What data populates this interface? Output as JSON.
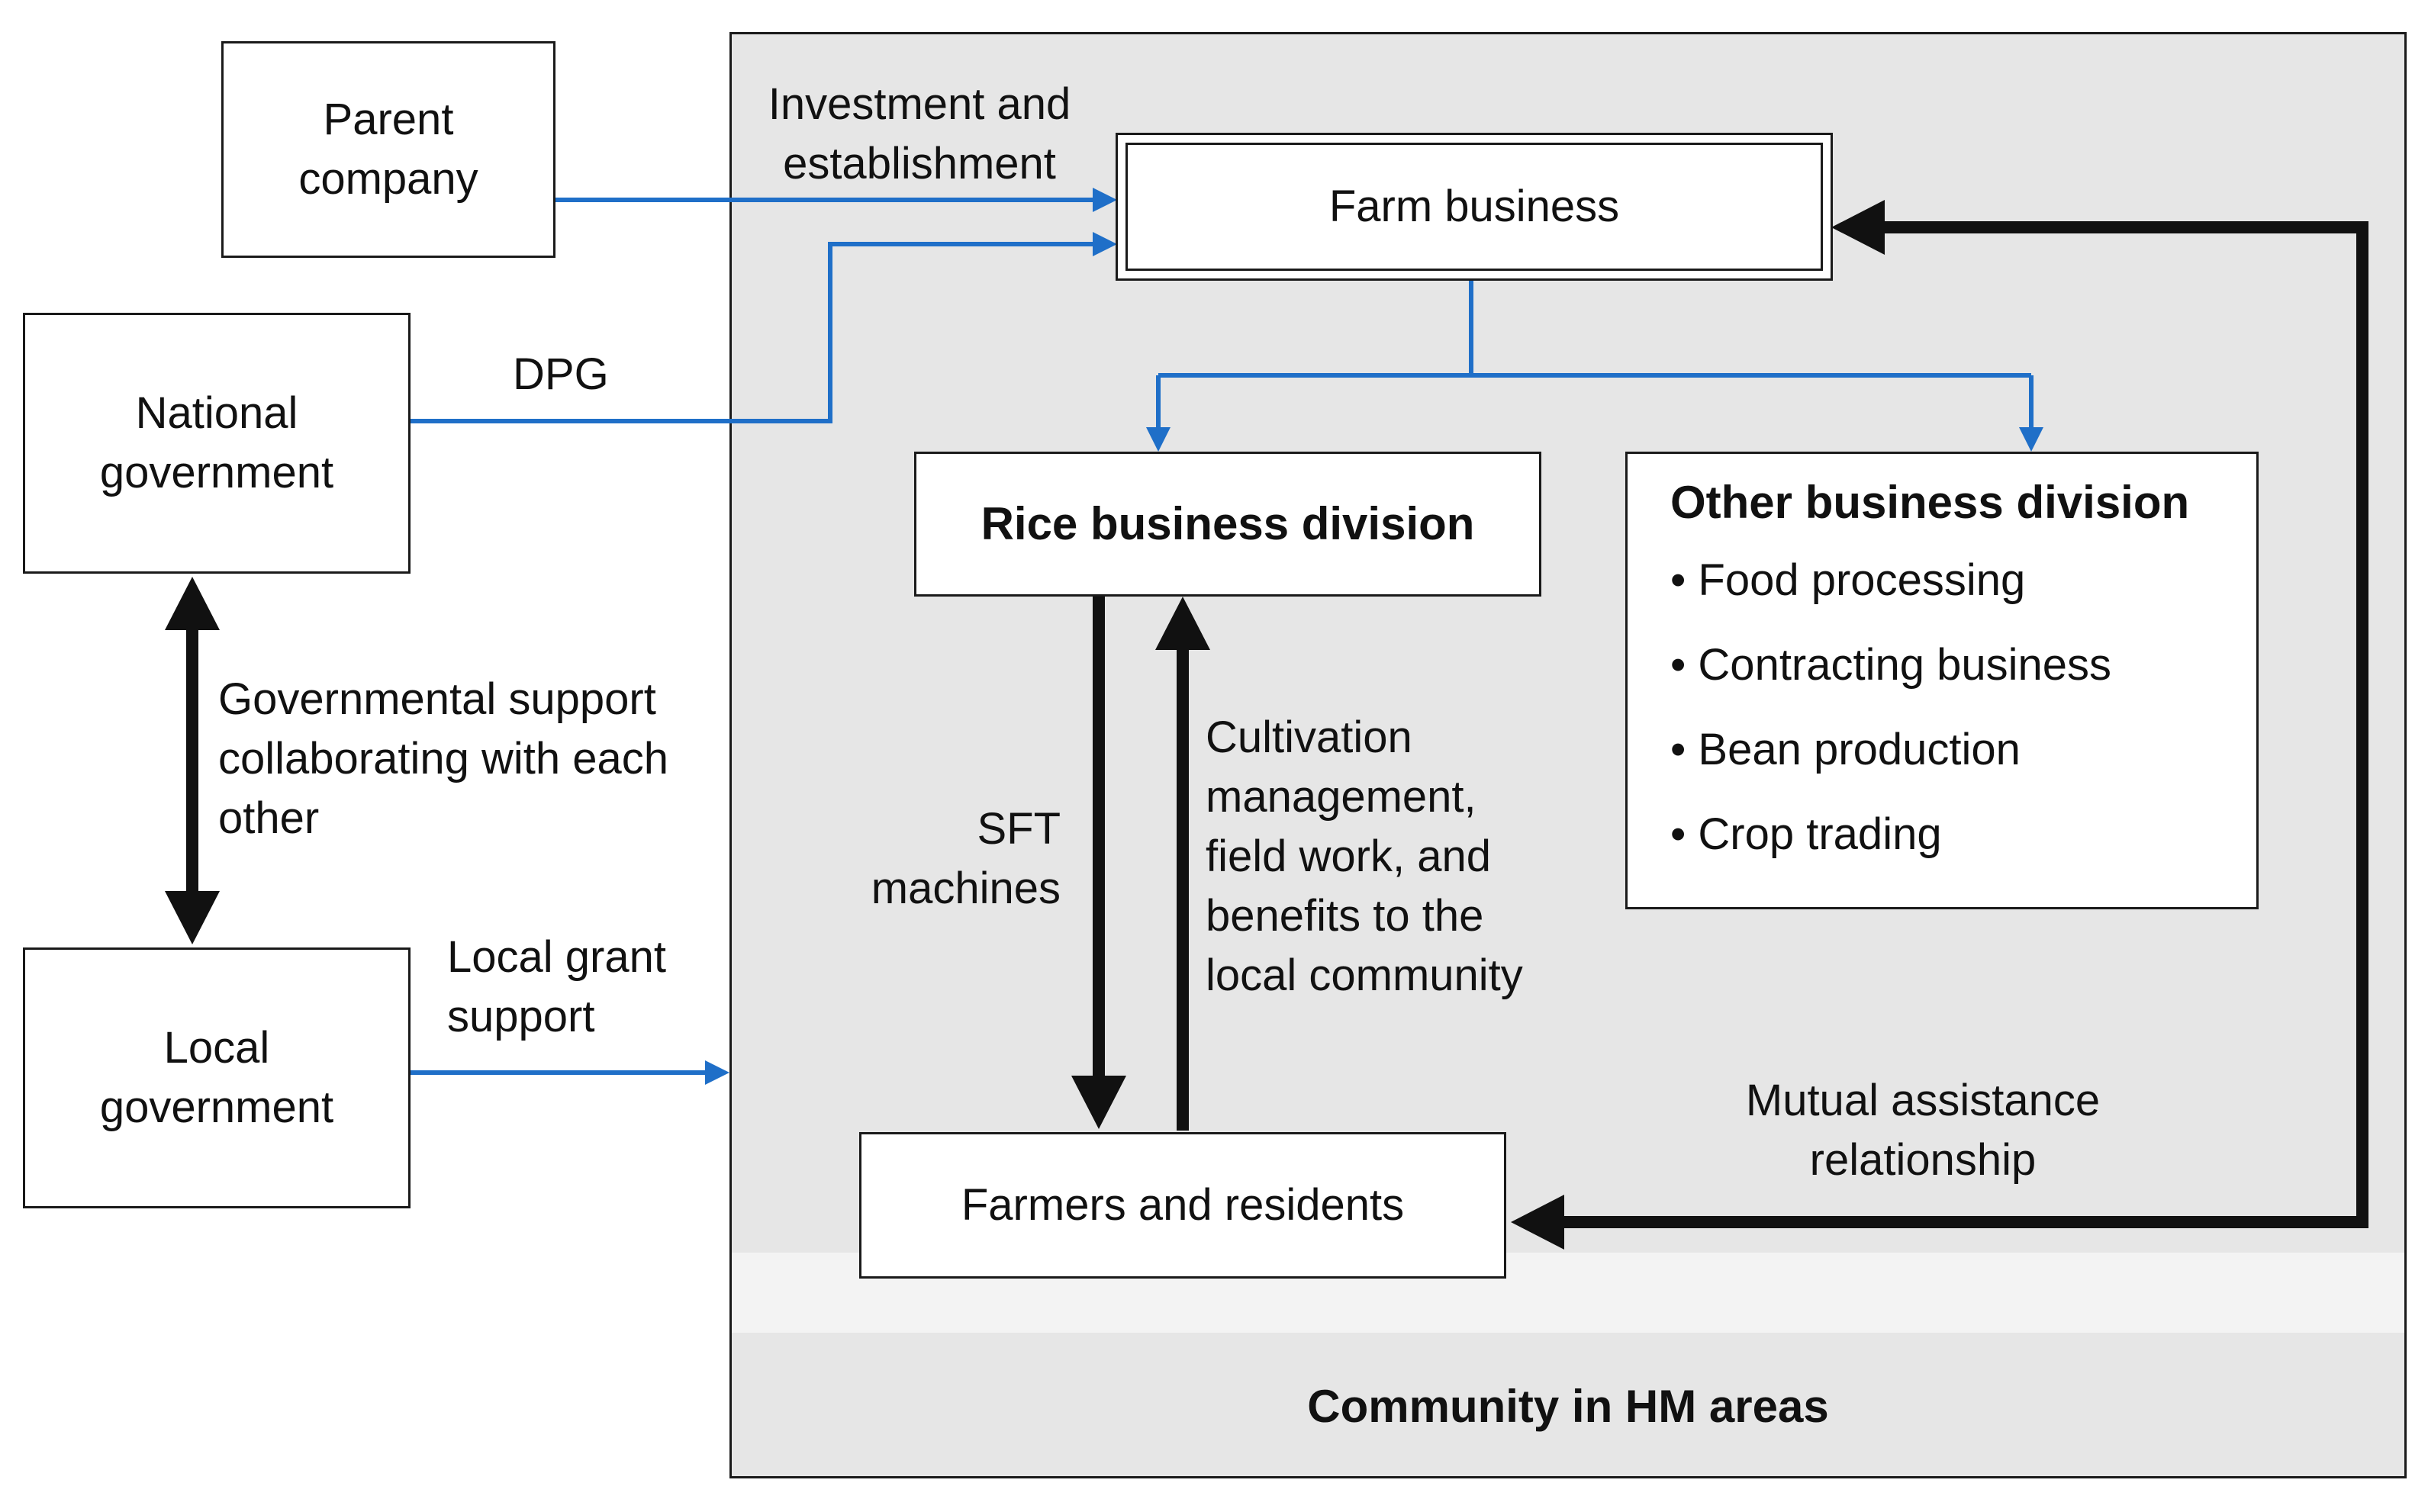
{
  "community": {
    "label": "Community in HM areas"
  },
  "nodes": {
    "parent_company": "Parent\ncompany",
    "national_government": "National\ngovernment",
    "local_government": "Local\ngovernment",
    "farm_business": "Farm business",
    "rice_division": "Rice business division",
    "other_division": {
      "title": "Other business division",
      "items": [
        "Food processing",
        "Contracting business",
        "Bean production",
        "Crop trading"
      ]
    },
    "farmers": "Farmers and residents"
  },
  "edges": {
    "investment": "Investment and\nestablishment",
    "dpg": "DPG",
    "gov_support": "Governmental support\ncollaborating with each\nother",
    "local_grant": "Local grant\nsupport",
    "sft": "SFT\nmachines",
    "cultivation": "Cultivation\nmanagement,\nfield work, and\nbenefits to the\nlocal community",
    "mutual": "Mutual assistance\nrelationship"
  },
  "colors": {
    "blue_arrow": "#1f6fc8",
    "black_arrow": "#111111",
    "community_bg": "#e6e6e6",
    "community_band": "#f3f3f3"
  }
}
